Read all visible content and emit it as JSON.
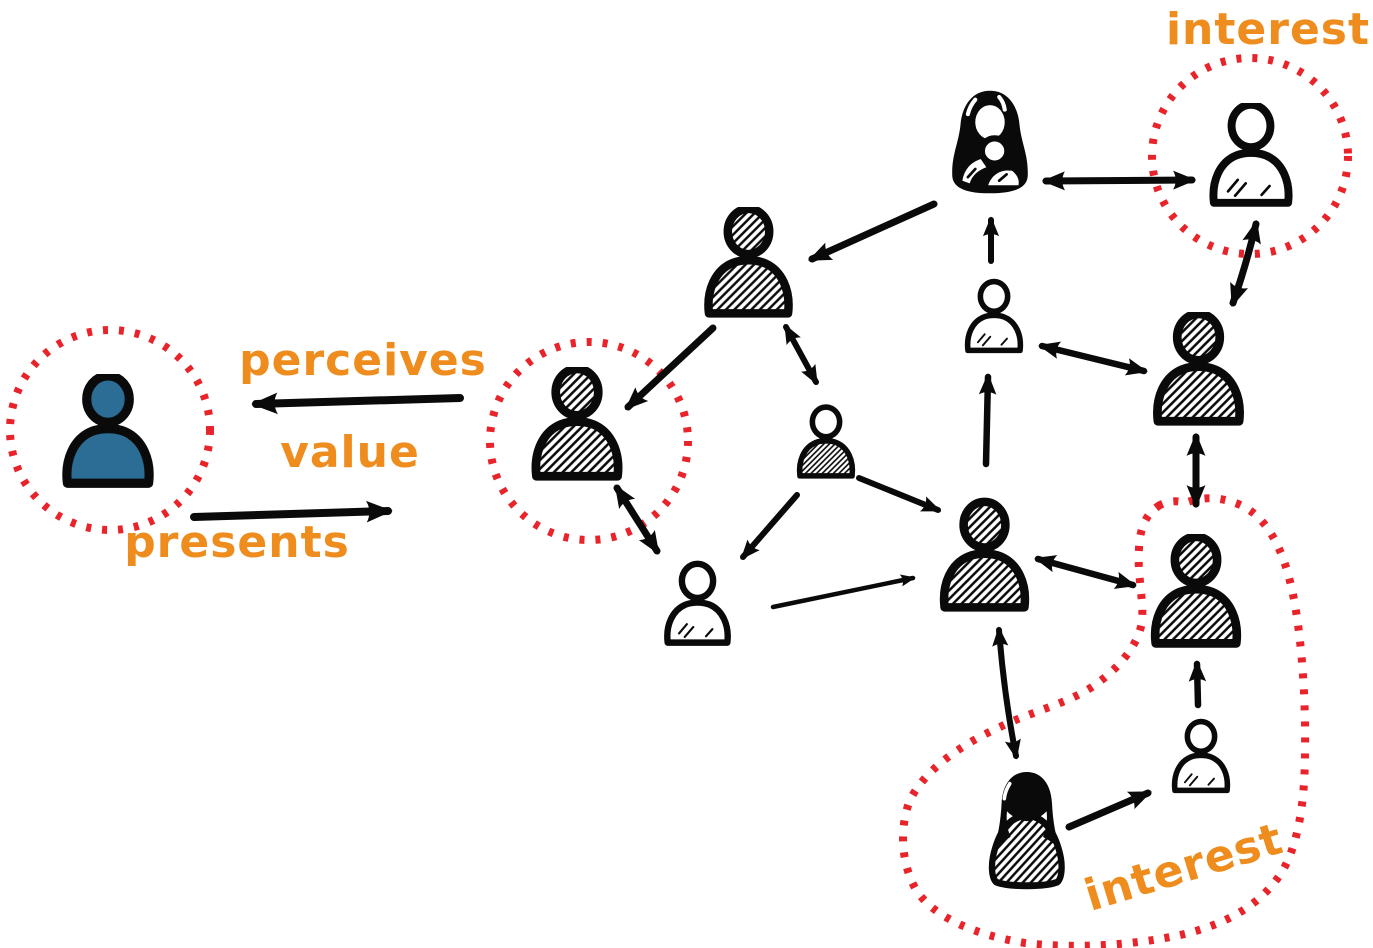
{
  "labels": {
    "perceives": "perceives",
    "value": "value",
    "presents": "presents",
    "interest_top": "interest",
    "interest_bottom": "interest"
  },
  "colors": {
    "orange": "#EE8C1E",
    "red": "#E8232A",
    "blue_person": "#2B6D95",
    "ink": "#0A0A0A",
    "background": "#FFFFFF"
  },
  "graph": {
    "description": "Hand-drawn sketch of a social network of person icons. An external blue person (circled) perceives value from / presents to the network. Two red dotted regions labeled 'interest' enclose sub-groups.",
    "nodes": [
      {
        "id": "viewer",
        "style": "solid-blue-person",
        "annotation": "red-dotted-circle"
      },
      {
        "id": "woman-top",
        "style": "woman-outline-long-hair"
      },
      {
        "id": "person-top-left",
        "style": "hatched"
      },
      {
        "id": "person-interest-top",
        "style": "white-outline",
        "annotation": "red-dotted-circle-labeled-interest"
      },
      {
        "id": "person-circled-mid",
        "style": "hatched",
        "annotation": "red-dotted-circle"
      },
      {
        "id": "person-small-mid",
        "style": "white-head-hatched-torso"
      },
      {
        "id": "person-small-left",
        "style": "white-outline"
      },
      {
        "id": "person-small-upper",
        "style": "white-outline"
      },
      {
        "id": "person-right",
        "style": "hatched"
      },
      {
        "id": "person-center",
        "style": "hatched"
      },
      {
        "id": "person-blob-top",
        "style": "hatched",
        "annotation": "inside-interest-blob"
      },
      {
        "id": "person-blob-small",
        "style": "white-outline",
        "annotation": "inside-interest-blob"
      },
      {
        "id": "woman-blob",
        "style": "woman-dark-hair-hatched-body",
        "annotation": "inside-interest-blob"
      }
    ],
    "edges": [
      {
        "from": "network",
        "to": "viewer",
        "label": "perceives value",
        "direction": "one-way"
      },
      {
        "from": "viewer",
        "to": "network",
        "label": "presents",
        "direction": "one-way"
      },
      {
        "from": "woman-top",
        "to": "person-interest-top",
        "direction": "two-way"
      },
      {
        "from": "woman-top",
        "to": "person-top-left",
        "direction": "one-way"
      },
      {
        "from": "person-small-upper",
        "to": "woman-top",
        "direction": "one-way"
      },
      {
        "from": "person-top-left",
        "to": "person-small-mid",
        "direction": "two-way"
      },
      {
        "from": "person-top-left",
        "to": "person-circled-mid",
        "direction": "one-way"
      },
      {
        "from": "person-circled-mid",
        "to": "person-small-left",
        "direction": "two-way"
      },
      {
        "from": "person-small-mid",
        "to": "person-small-left",
        "direction": "one-way"
      },
      {
        "from": "person-small-mid",
        "to": "person-center",
        "direction": "one-way"
      },
      {
        "from": "person-small-left",
        "to": "person-center",
        "direction": "one-way"
      },
      {
        "from": "person-center",
        "to": "person-small-upper",
        "direction": "one-way"
      },
      {
        "from": "person-small-upper",
        "to": "person-right",
        "direction": "two-way"
      },
      {
        "from": "person-right",
        "to": "person-interest-top",
        "direction": "two-way"
      },
      {
        "from": "person-right",
        "to": "person-blob-top",
        "direction": "two-way"
      },
      {
        "from": "person-center",
        "to": "person-blob-top",
        "direction": "two-way"
      },
      {
        "from": "person-center",
        "to": "woman-blob",
        "direction": "two-way"
      },
      {
        "from": "woman-blob",
        "to": "person-blob-small",
        "direction": "one-way"
      },
      {
        "from": "person-blob-small",
        "to": "person-blob-top",
        "direction": "one-way"
      }
    ]
  }
}
